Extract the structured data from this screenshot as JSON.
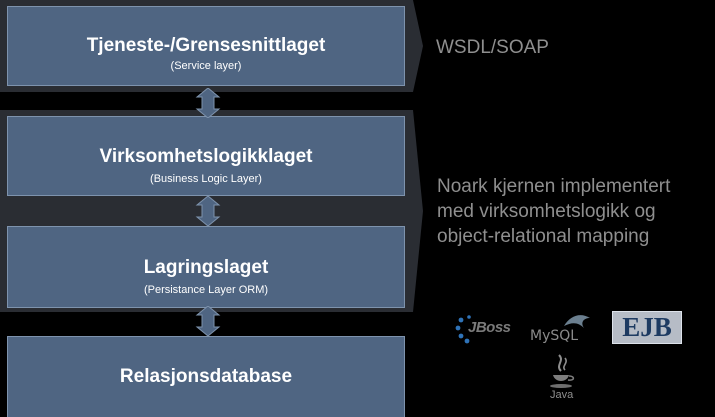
{
  "layers": [
    {
      "title": "Tjeneste-/Grensesnittlaget",
      "subtitle": "(Service layer)"
    },
    {
      "title": "Virksomhetslogikklaget",
      "subtitle": "(Business Logic Layer)"
    },
    {
      "title": "Lagringslaget",
      "subtitle": "(Persistance Layer ORM)"
    },
    {
      "title": "Relasjonsdatabase",
      "subtitle": ""
    }
  ],
  "annotations": {
    "service": "WSDL/SOAP",
    "core_line1": "Noark kjernen implementert",
    "core_line2": "med virksomhetslogikk og",
    "core_line3": "object-relational mapping"
  },
  "logos": {
    "jboss": "JBoss",
    "mysql": "MySQL",
    "ejb": "EJB",
    "java": "Java"
  },
  "colors": {
    "layer_fill": "#4f6582",
    "layer_border": "#7e93ad",
    "band": "#2a2d33",
    "annotation_text": "#8f8f8f"
  }
}
